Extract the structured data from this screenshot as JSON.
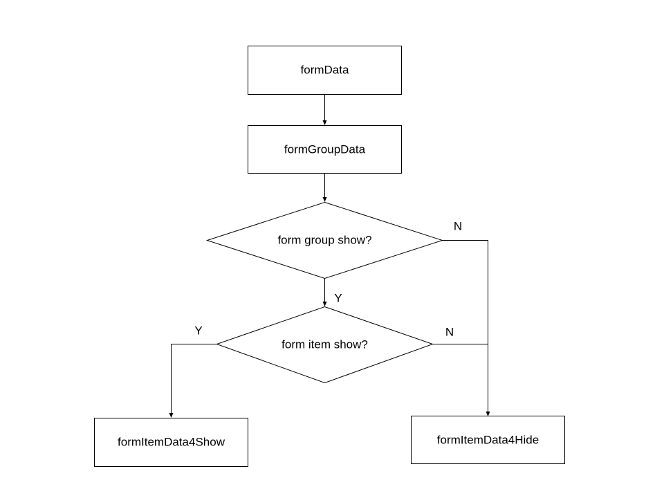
{
  "nodes": {
    "form_data": "formData",
    "form_group_data": "formGroupData",
    "group_decision": "form group show?",
    "item_decision": "form item show?",
    "item_show": "formItemData4Show",
    "item_hide": "formItemData4Hide"
  },
  "edges": {
    "group_no": "N",
    "group_yes": "Y",
    "item_yes": "Y",
    "item_no": "N"
  },
  "colors": {
    "stroke": "#000000",
    "fill": "#ffffff",
    "background": "#ffffff"
  }
}
